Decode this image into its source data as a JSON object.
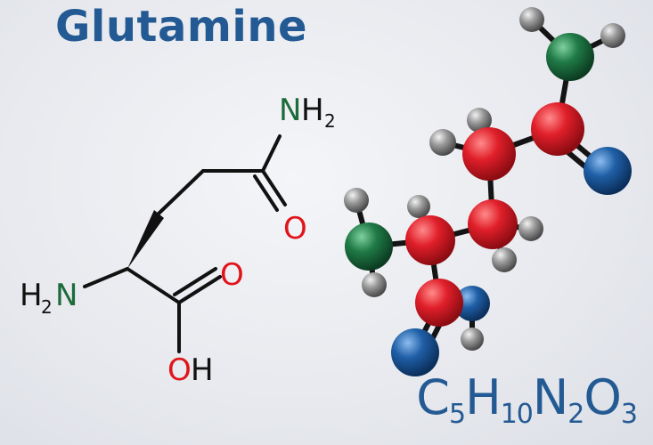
{
  "title": "Glutamine",
  "formula": {
    "parts": [
      {
        "el": "C",
        "n": "5"
      },
      {
        "el": "H",
        "n": "10"
      },
      {
        "el": "N",
        "n": "2"
      },
      {
        "el": "O",
        "n": "3"
      }
    ]
  },
  "structure": {
    "amide_n": "N",
    "amide_h": "H",
    "amide_h_count": "2",
    "amide_o": "O",
    "amino_h": "H",
    "amino_h_count": "2",
    "amino_n": "N",
    "acid_o": "O",
    "acid_oh_o": "O",
    "acid_oh_h": "H"
  },
  "colors": {
    "title": "#245a93",
    "bond": "#111111",
    "nitrogen": "#1d6b3a",
    "oxygen": "#e0141b",
    "carbon_atom": "#d7202a",
    "nitrogen_atom": "#1f7a46",
    "oxygen_atom": "#1f5fa6",
    "hydrogen_atom": "#8a8a8a"
  }
}
